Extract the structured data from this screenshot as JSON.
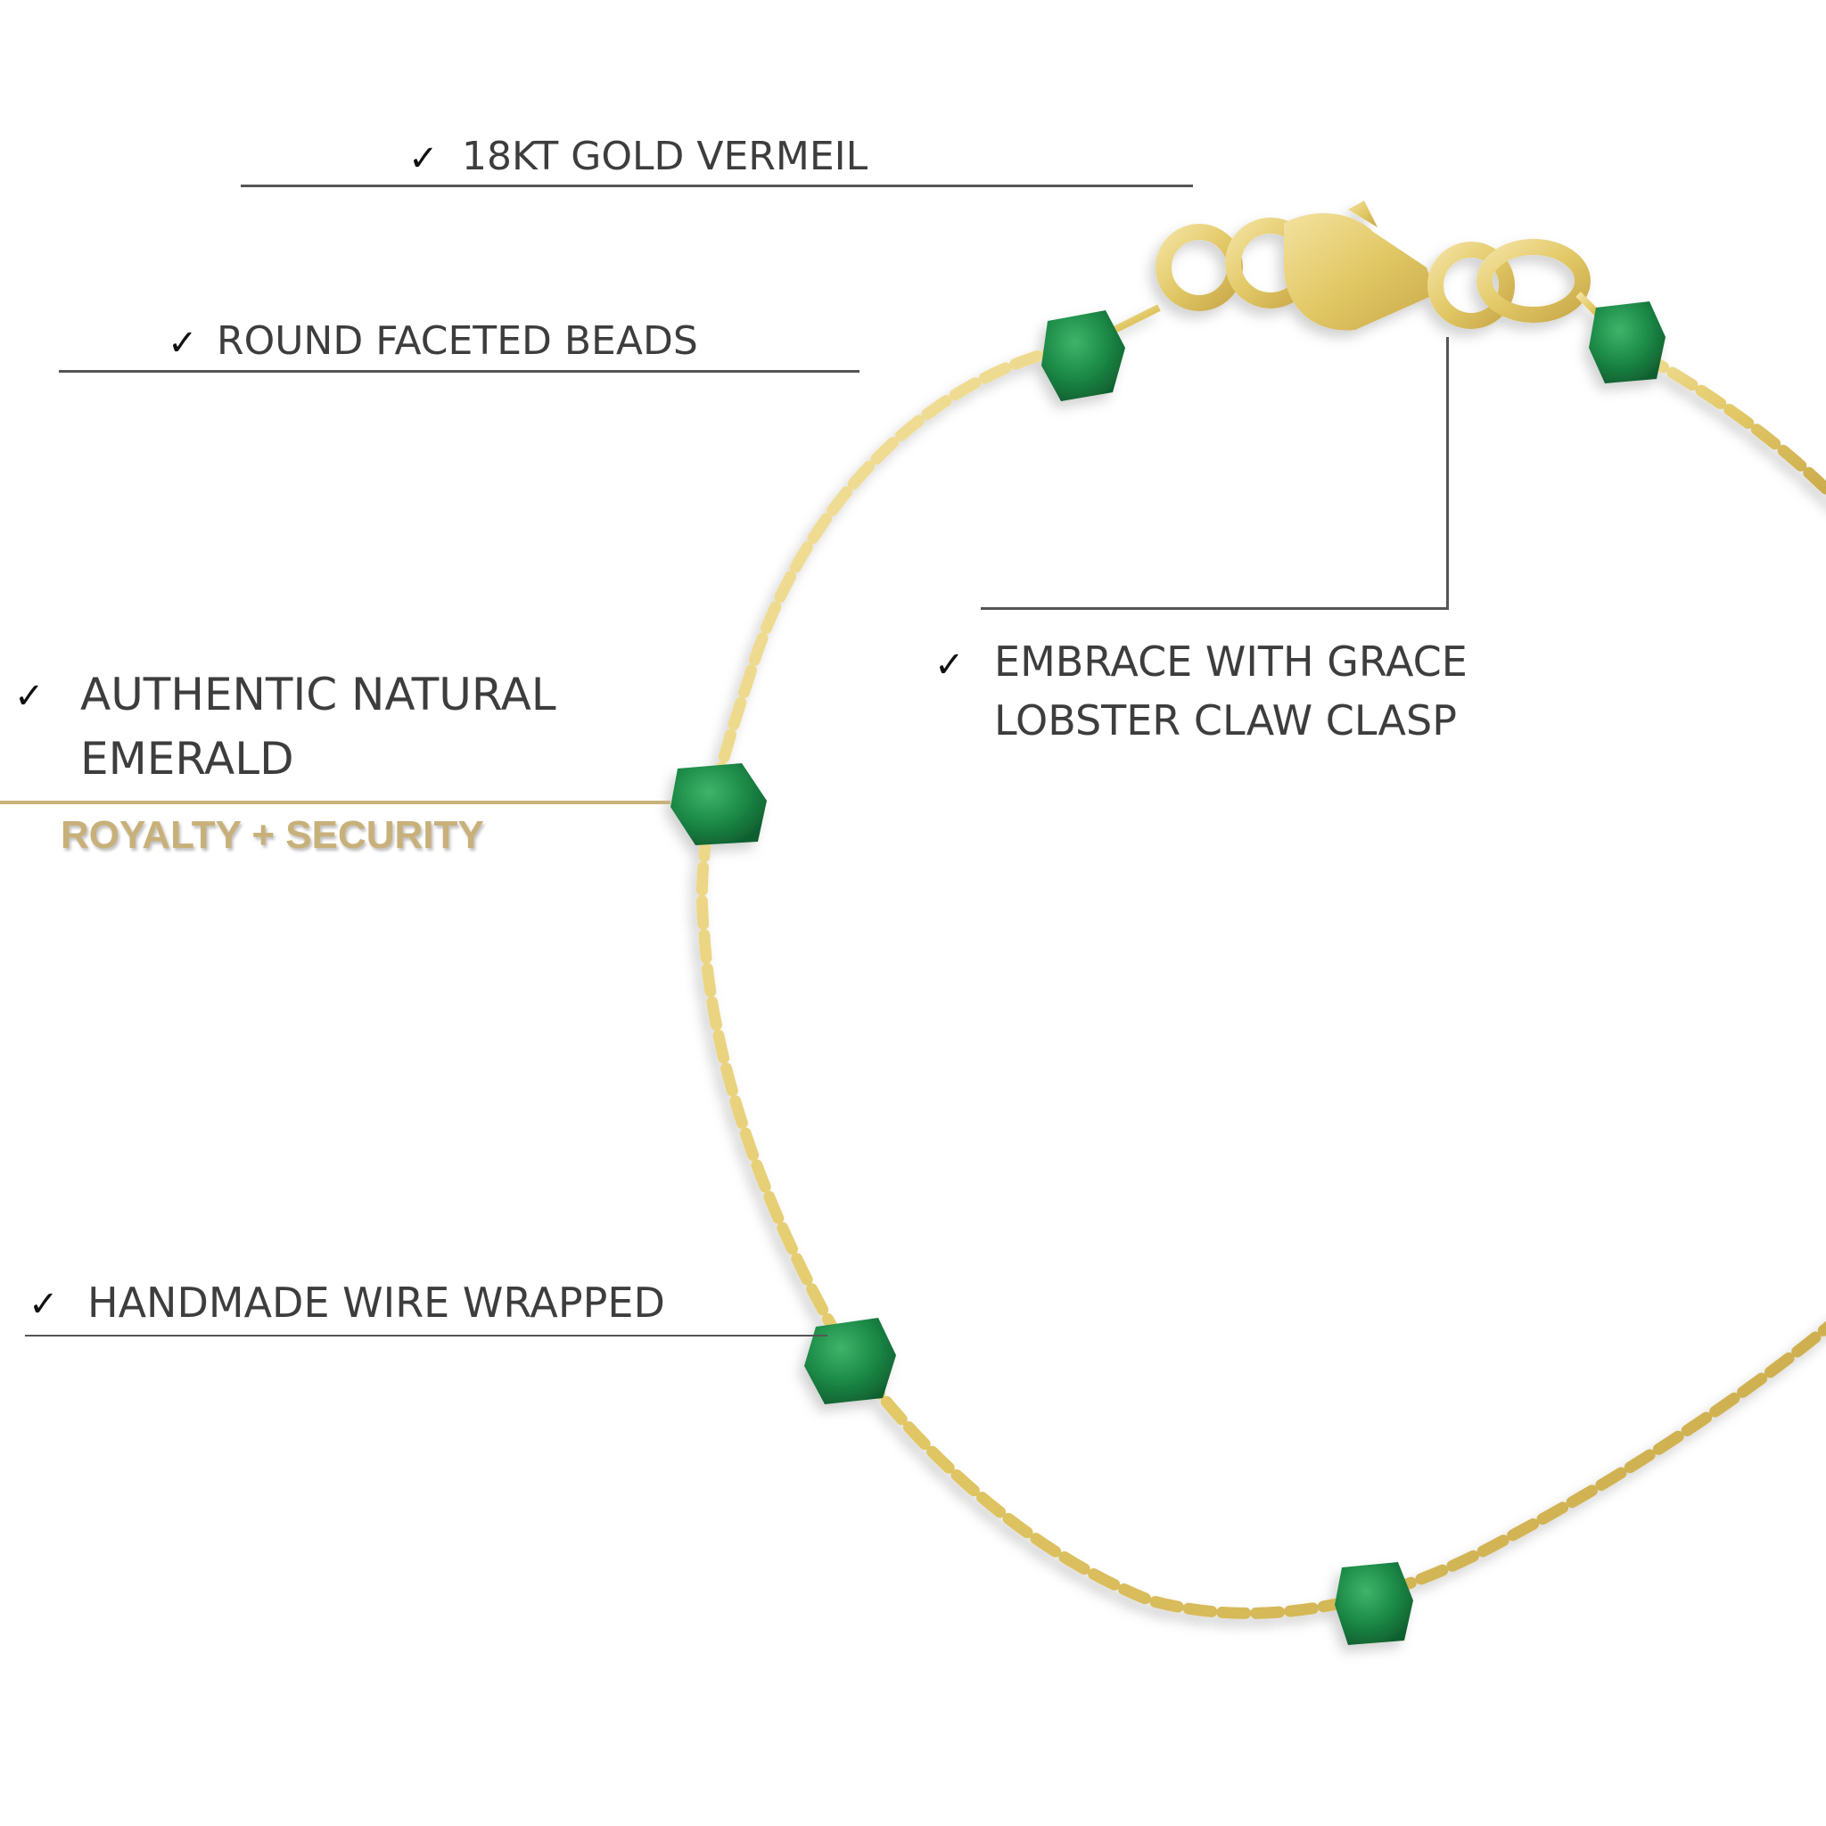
{
  "image": {
    "subject": "Emerald bead gold vermeil chain bracelet with lobster claw clasp",
    "background_color": "#ffffff",
    "text_color": "#3d3d3d",
    "accent_gold": "#c9b27a",
    "gem_green": "#1f8f4a",
    "metal_gold": "#e6cf74"
  },
  "callouts": [
    {
      "id": "gold-vermeil",
      "check": "✓",
      "label": "18KT GOLD VERMEIL"
    },
    {
      "id": "faceted-beads",
      "check": "✓",
      "label": "ROUND FACETED BEADS"
    },
    {
      "id": "natural-emerald",
      "check": "✓",
      "line1": "AUTHENTIC NATURAL",
      "line2": "EMERALD"
    },
    {
      "id": "clasp",
      "check": "✓",
      "line1": "EMBRACE WITH GRACE",
      "line2": "LOBSTER CLAW CLASP"
    },
    {
      "id": "wire-wrapped",
      "check": "✓",
      "label": "HANDMADE WIRE WRAPPED"
    }
  ],
  "tagline": "ROYALTY + SECURITY"
}
